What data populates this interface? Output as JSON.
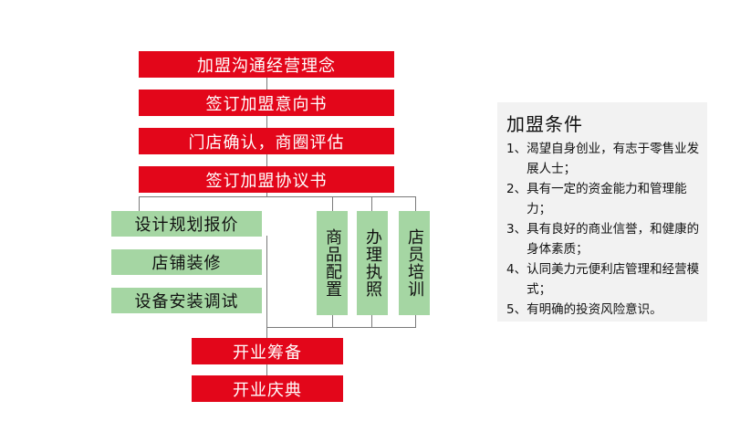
{
  "top_steps": [
    "加盟沟通经营理念",
    "签订加盟意向书",
    "门店确认，商圈评估",
    "签订加盟协议书"
  ],
  "left_steps": [
    "设计规划报价",
    "店铺装修",
    "设备安装调试"
  ],
  "parallel_steps": [
    "商品配置",
    "办理执照",
    "店员培训"
  ],
  "bottom_steps": [
    "开业筹备",
    "开业庆典"
  ],
  "conditions": {
    "title": "加盟条件",
    "items": [
      {
        "num": "1、",
        "text": "渴望自身创业，有志于零售业发展人士；"
      },
      {
        "num": "2、",
        "text": "具有一定的资金能力和管理能力；"
      },
      {
        "num": "3、",
        "text": "具有良好的商业信誉，和健康的身体素质；"
      },
      {
        "num": "4、",
        "text": "认同美力元便利店管理和经营模式；"
      },
      {
        "num": "5、",
        "text": "有明确的投资风险意识。"
      }
    ]
  },
  "colors": {
    "red": "#e3061a",
    "green": "#a5d6a3",
    "connector": "#7a7a7a",
    "panel": "#f2f2f2"
  }
}
